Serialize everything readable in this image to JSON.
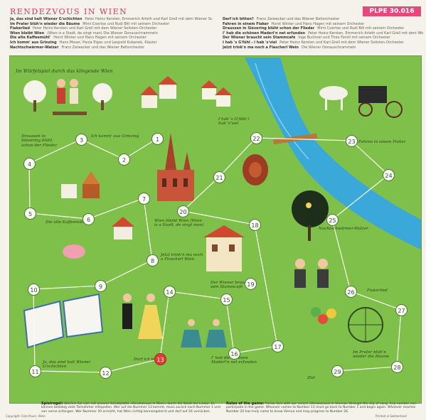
{
  "header": {
    "title": "RENDEZVOUS IN WIEN",
    "catalog": "PLPE 30.016"
  },
  "tracks_left": [
    {
      "title": "Ja, das sind halt Wiener G'schichten",
      "credit": "Peter Heinz Kersten, Emmerich Arleth und Karl Grell mit dem Wiener Solisten-Orchester"
    },
    {
      "title": "Im Prater blüh'n wieder die Bäume",
      "credit": "Mimi Coertse und Rudi Bitl mit seinem Orchester"
    },
    {
      "title": "Fiakerlied",
      "credit": "Peter Heinz Kersten und Karl Grell mit dem Wiener Solisten-Orchester"
    },
    {
      "title": "Wien bleibt Wien",
      "credit": "(Wien is a Stadt, de singt man) Die Wiener Donauschrammeln"
    },
    {
      "title": "Die alte Kaffeemühl'",
      "credit": "Horst Winter und Hans Hagen mit seinem Orchester"
    },
    {
      "title": "Ich komm' aus Grinzing",
      "credit": "Hans Moser, Paula Elges und Leopold Kubanek, Klavier"
    },
    {
      "title": "Nachtschwärmer-Walzer",
      "credit": "Franz Zelwecker und das Wiener Beltorchester"
    }
  ],
  "tracks_right": [
    {
      "title": "Darf ich bitten?",
      "credit": "Franz Zelwecker und das Wiener Beltorchester"
    },
    {
      "title": "Fahren in einem Fiaker",
      "credit": "Horst Winter und Hans Hagen mit seinem Orchester"
    },
    {
      "title": "Draussen in Sievering blüht schon der Flieder",
      "credit": "Mimi Coertse und Rudi Bitl mit seinem Orchester"
    },
    {
      "title": "I' hab die schönen Maderl'n net erfunden",
      "credit": "Peter Heinz Kersten, Emmerich Arleth und Karl Grell mit dem Wiener Solisten-Orchester"
    },
    {
      "title": "Der Wiener braucht sein Stammcafé",
      "credit": "Inge Buchner und Theo Ferstl mit seinem Orchester"
    },
    {
      "title": "I hab 's G'fühl - i hab 's'viel",
      "credit": "Peter Heinz Kersten und Karl Grell mit dem Wiener Solisten-Orchester"
    },
    {
      "title": "Jetzt trink'n ma noch a Flascherl Wein",
      "credit": "Die Wiener Donauschrammeln"
    }
  ],
  "board": {
    "heading": "Im Würfelspiel durch das klingende Wien",
    "stations": [
      "1",
      "2",
      "3",
      "4",
      "5",
      "6",
      "7",
      "8",
      "9",
      "10",
      "11",
      "12",
      "13",
      "14",
      "15",
      "16",
      "17",
      "18",
      "19",
      "20",
      "21",
      "22",
      "23",
      "24",
      "25",
      "26",
      "27",
      "28",
      "29"
    ],
    "highlight": "13",
    "labels": {
      "sievering": "Draussen in Sievering blüht schon der Flieder",
      "grinzing": "Ich komm' aus Grinzing",
      "kaffeemuehl": "Die alte Kaffeemühl'",
      "wienbleibt": "Wien bleibt Wien (Wien is a Stadt, de singt man)",
      "flascherl": "Jetzt trink'n ma noch a Flascherl Wein",
      "gschichten": "Ja, das sind halt Wiener G'schichten",
      "darfich": "Darf ich bitten",
      "maderln": "I' hab die schönen Maderl'n net erfunden",
      "stammcafe": "Der Wiener braucht sein Stammcafé",
      "gfuehl": "I hab 's G'fühl i hab 's'viel",
      "fiaker": "Fahren in einem Fiaker",
      "nachtschwaermer": "Nachtschwärmer-Walzer",
      "fiakerlied": "Fiakerlied",
      "prater": "Im Prater blüh'n wieder die Bäume",
      "ziel": "Ziel"
    }
  },
  "rules": {
    "de_heading": "Spielregel:",
    "de_text": "Würfeln Sie sich mit unserer Schallplatte »Rendezvous in Wien« durch die Stadt der Lieder. Es können beliebig viele Teilnehmer mitspielen. Wer auf die Nummer 13 kommt, muss zurück nach Nummer 1 und von vorne anfangen. Wer Nummer 20 erreicht, hat Wien richtig kennengelernt und darf auf 26 vorrücken.",
    "en_heading": "Rules of the game:",
    "en_text": "Throw dice with our record »Rendezvous in Vienna« through the city of song. Any number can participate in the game. Whoever comes to Number 13 must go back to Number 1 and begin again. Whoever reaches Number 20 has truly come to know Vienna and may progress to Number 26."
  },
  "copyright": "Copyright: Foto Pauer, Wien",
  "printed": "Printed in Switzerland",
  "colors": {
    "board_green": "#7fc04a",
    "river_blue": "#3aa8d8",
    "title_pink": "#d23c5a",
    "badge_pink": "#e7477a"
  }
}
